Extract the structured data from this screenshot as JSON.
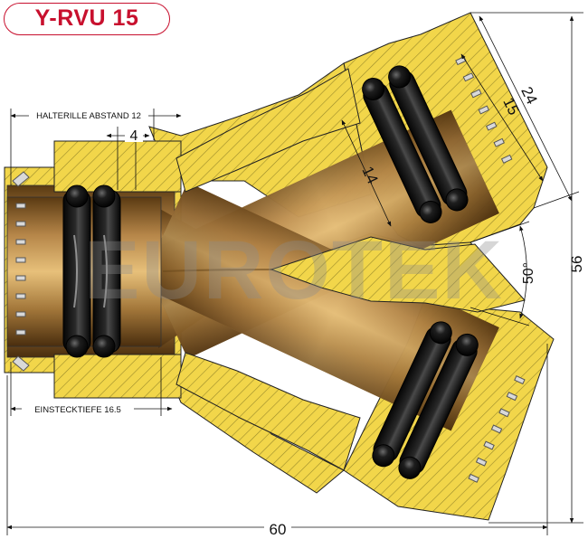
{
  "title": "Y-RVU 15",
  "watermark": "EUROTEK",
  "labels": {
    "halterille": "HALTERILLE ABSTAND 12",
    "einstecktiefe": "EINSTECKTIEFE 16.5"
  },
  "dimensions": {
    "groove_offset": "4",
    "bore": "14",
    "outer_diameter": "24",
    "tube_diameter": "15",
    "branch_angle": "50°",
    "height": "56",
    "length": "60"
  },
  "colors": {
    "brass_body": "#f2d64a",
    "hatch": "#9a8a2a",
    "bore_bronze": "#a3773a",
    "accent": "#c8102e"
  }
}
